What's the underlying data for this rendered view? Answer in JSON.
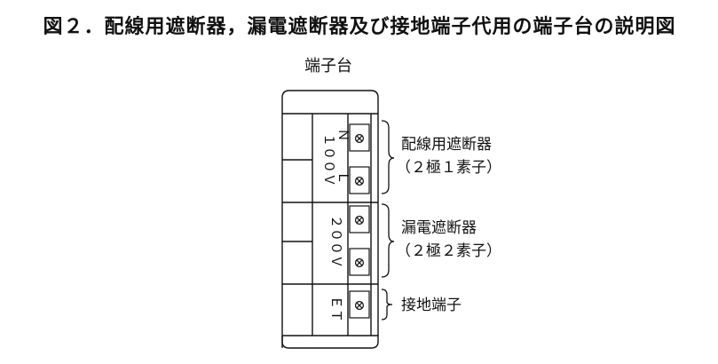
{
  "title": "図２．配線用遮断器，漏電遮断器及び接地端子代用の端子台の説明図",
  "diagram": {
    "heading": "端子台",
    "strip_labels": {
      "v100": "１００Ｖ",
      "n": "Ｎ",
      "l": "Ｌ",
      "v200": "２００Ｖ",
      "et": "ＥＴ"
    },
    "callouts": {
      "breaker": {
        "line1": "配線用遮断器",
        "line2": "（２極１素子）"
      },
      "elcb": {
        "line1": "漏電遮断器",
        "line2": "（２極２素子）"
      },
      "ground": {
        "line1": "接地端子"
      }
    },
    "screw_symbol": "⊗"
  }
}
